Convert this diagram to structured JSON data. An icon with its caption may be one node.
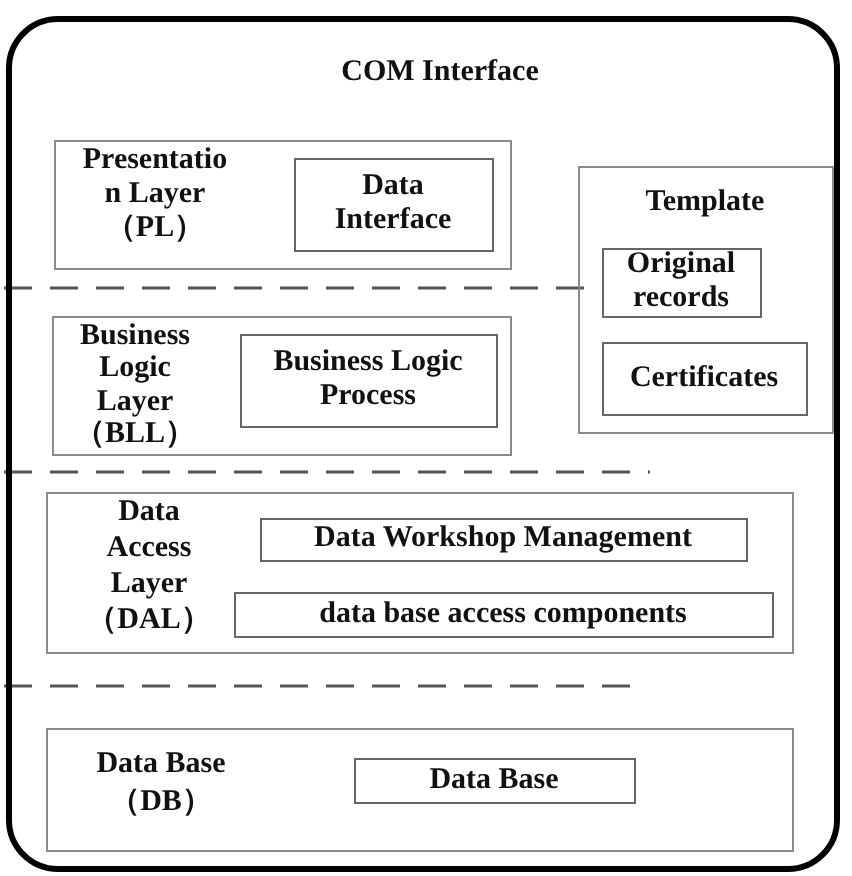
{
  "diagram": {
    "nodes": [
      {
        "text": [
          "COM Interface"
        ]
      },
      {
        "text": [
          "Presentatio n Layer （PL）"
        ],
        "in": 0
      },
      {
        "text": [
          "Data Interface"
        ],
        "in": 1
      },
      {
        "text": [
          "Template"
        ],
        "in": 0
      },
      {
        "text": [
          "Original records"
        ],
        "in": 3
      },
      {
        "text": [
          "Certificates"
        ],
        "in": 3
      },
      {
        "text": [
          "Business Logic Layer （BLL）"
        ],
        "in": 0
      },
      {
        "text": [
          "Business Logic Process"
        ],
        "in": 6
      },
      {
        "text": [
          "Data Access Layer （DAL）"
        ],
        "in": 0
      },
      {
        "text": [
          "Data Workshop Management"
        ],
        "in": 8
      },
      {
        "text": [
          "data base access components"
        ],
        "in": 8
      },
      {
        "text": [
          "Data Base （DB）"
        ],
        "in": 0
      },
      {
        "text": [
          "Data Base"
        ],
        "in": 11
      }
    ]
  }
}
